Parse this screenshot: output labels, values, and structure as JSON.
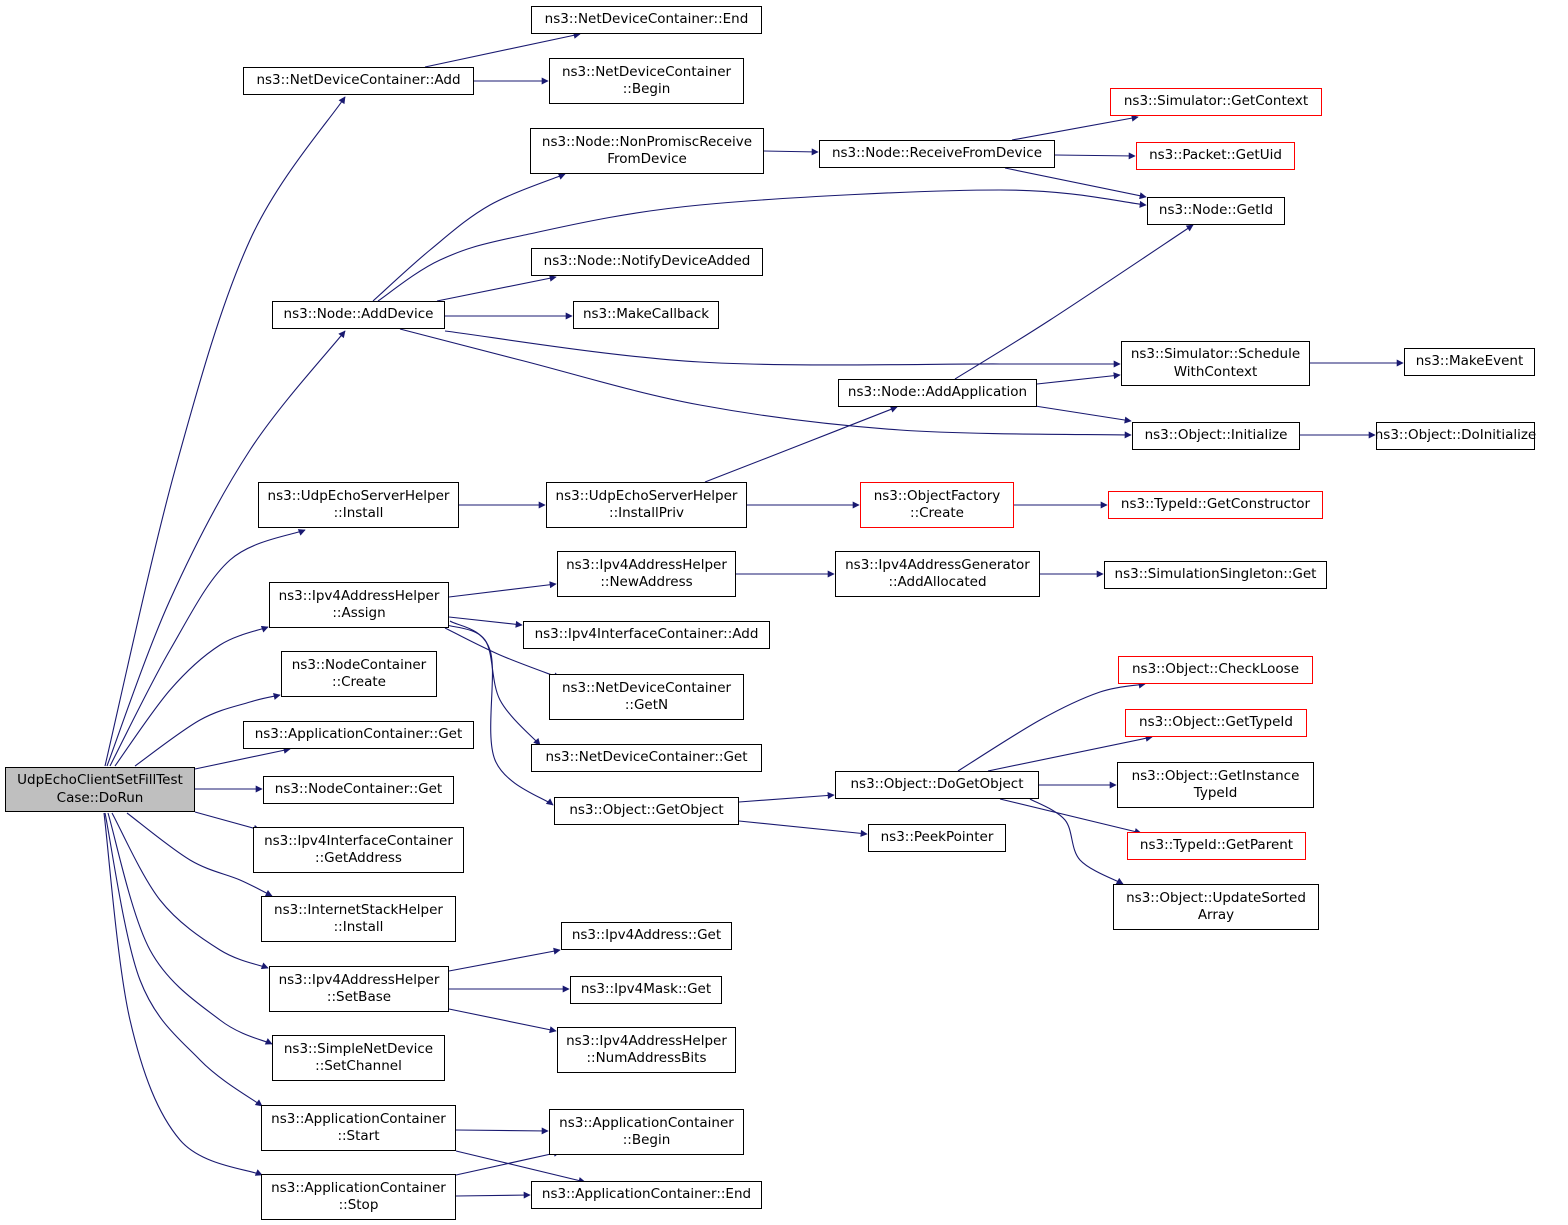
{
  "colors": {
    "edge": "#191970",
    "border": "#000000",
    "external_border": "#ff0000",
    "root_fill": "#bfbfbf",
    "background": "#ffffff"
  },
  "nodes": [
    {
      "id": "root",
      "lines": [
        "UdpEchoClientSetFillTest",
        "Case::DoRun"
      ],
      "style": "root"
    },
    {
      "id": "ndc_add",
      "lines": [
        "ns3::NetDeviceContainer::Add"
      ]
    },
    {
      "id": "ndc_end",
      "lines": [
        "ns3::NetDeviceContainer::End"
      ]
    },
    {
      "id": "ndc_begin",
      "lines": [
        "ns3::NetDeviceContainer",
        "::Begin"
      ]
    },
    {
      "id": "node_npr",
      "lines": [
        "ns3::Node::NonPromiscReceive",
        "FromDevice"
      ]
    },
    {
      "id": "node_rfd",
      "lines": [
        "ns3::Node::ReceiveFromDevice"
      ]
    },
    {
      "id": "sim_getctx",
      "lines": [
        "ns3::Simulator::GetContext"
      ],
      "style": "red"
    },
    {
      "id": "pkt_uid",
      "lines": [
        "ns3::Packet::GetUid"
      ],
      "style": "red"
    },
    {
      "id": "node_getid",
      "lines": [
        "ns3::Node::GetId"
      ]
    },
    {
      "id": "node_nda",
      "lines": [
        "ns3::Node::NotifyDeviceAdded"
      ]
    },
    {
      "id": "node_adddev",
      "lines": [
        "ns3::Node::AddDevice"
      ]
    },
    {
      "id": "makecb",
      "lines": [
        "ns3::MakeCallback"
      ]
    },
    {
      "id": "sim_swc",
      "lines": [
        "ns3::Simulator::Schedule",
        "WithContext"
      ]
    },
    {
      "id": "makeevent",
      "lines": [
        "ns3::MakeEvent"
      ]
    },
    {
      "id": "node_addapp",
      "lines": [
        "ns3::Node::AddApplication"
      ]
    },
    {
      "id": "obj_init",
      "lines": [
        "ns3::Object::Initialize"
      ]
    },
    {
      "id": "obj_doinit",
      "lines": [
        "ns3::Object::DoInitialize"
      ]
    },
    {
      "id": "uesh_install",
      "lines": [
        "ns3::UdpEchoServerHelper",
        "::Install"
      ]
    },
    {
      "id": "uesh_ip",
      "lines": [
        "ns3::UdpEchoServerHelper",
        "::InstallPriv"
      ]
    },
    {
      "id": "of_create",
      "lines": [
        "ns3::ObjectFactory",
        "::Create"
      ],
      "style": "red"
    },
    {
      "id": "tid_ctor",
      "lines": [
        "ns3::TypeId::GetConstructor"
      ],
      "style": "red"
    },
    {
      "id": "ipv4ah_assign",
      "lines": [
        "ns3::Ipv4AddressHelper",
        "::Assign"
      ]
    },
    {
      "id": "ipv4ah_new",
      "lines": [
        "ns3::Ipv4AddressHelper",
        "::NewAddress"
      ]
    },
    {
      "id": "ipv4ag_aa",
      "lines": [
        "ns3::Ipv4AddressGenerator",
        "::AddAllocated"
      ]
    },
    {
      "id": "simsingleton",
      "lines": [
        "ns3::SimulationSingleton::Get"
      ]
    },
    {
      "id": "ipv4ic_add",
      "lines": [
        "ns3::Ipv4InterfaceContainer::Add"
      ]
    },
    {
      "id": "nc_create",
      "lines": [
        "ns3::NodeContainer",
        "::Create"
      ]
    },
    {
      "id": "ndc_getn",
      "lines": [
        "ns3::NetDeviceContainer",
        "::GetN"
      ]
    },
    {
      "id": "obj_checkloose",
      "lines": [
        "ns3::Object::CheckLoose"
      ],
      "style": "red"
    },
    {
      "id": "obj_gettid",
      "lines": [
        "ns3::Object::GetTypeId"
      ],
      "style": "red"
    },
    {
      "id": "ac_get",
      "lines": [
        "ns3::ApplicationContainer::Get"
      ]
    },
    {
      "id": "ndc_get",
      "lines": [
        "ns3::NetDeviceContainer::Get"
      ]
    },
    {
      "id": "obj_dgo",
      "lines": [
        "ns3::Object::DoGetObject"
      ]
    },
    {
      "id": "obj_git",
      "lines": [
        "ns3::Object::GetInstance",
        "TypeId"
      ]
    },
    {
      "id": "nc_get",
      "lines": [
        "ns3::NodeContainer::Get"
      ]
    },
    {
      "id": "obj_getobj",
      "lines": [
        "ns3::Object::GetObject"
      ]
    },
    {
      "id": "peekptr",
      "lines": [
        "ns3::PeekPointer"
      ]
    },
    {
      "id": "tid_parent",
      "lines": [
        "ns3::TypeId::GetParent"
      ],
      "style": "red"
    },
    {
      "id": "ipv4ic_getaddr",
      "lines": [
        "ns3::Ipv4InterfaceContainer",
        "::GetAddress"
      ]
    },
    {
      "id": "ish_install",
      "lines": [
        "ns3::InternetStackHelper",
        "::Install"
      ]
    },
    {
      "id": "obj_usa",
      "lines": [
        "ns3::Object::UpdateSorted",
        "Array"
      ]
    },
    {
      "id": "ipv4a_get",
      "lines": [
        "ns3::Ipv4Address::Get"
      ]
    },
    {
      "id": "ipv4ah_setbase",
      "lines": [
        "ns3::Ipv4AddressHelper",
        "::SetBase"
      ]
    },
    {
      "id": "ipv4m_get",
      "lines": [
        "ns3::Ipv4Mask::Get"
      ]
    },
    {
      "id": "snd_setchan",
      "lines": [
        "ns3::SimpleNetDevice",
        "::SetChannel"
      ]
    },
    {
      "id": "ipv4ah_nab",
      "lines": [
        "ns3::Ipv4AddressHelper",
        "::NumAddressBits"
      ]
    },
    {
      "id": "ac_start",
      "lines": [
        "ns3::ApplicationContainer",
        "::Start"
      ]
    },
    {
      "id": "ac_begin",
      "lines": [
        "ns3::ApplicationContainer",
        "::Begin"
      ]
    },
    {
      "id": "ac_stop",
      "lines": [
        "ns3::ApplicationContainer",
        "::Stop"
      ]
    },
    {
      "id": "ac_end",
      "lines": [
        "ns3::ApplicationContainer::End"
      ]
    }
  ],
  "edges": [
    [
      "root",
      "ndc_add"
    ],
    [
      "root",
      "node_adddev"
    ],
    [
      "root",
      "uesh_install"
    ],
    [
      "root",
      "ipv4ah_assign"
    ],
    [
      "root",
      "nc_create"
    ],
    [
      "root",
      "ac_get"
    ],
    [
      "root",
      "nc_get"
    ],
    [
      "root",
      "ipv4ic_getaddr"
    ],
    [
      "root",
      "ish_install"
    ],
    [
      "root",
      "ipv4ah_setbase"
    ],
    [
      "root",
      "snd_setchan"
    ],
    [
      "root",
      "ac_start"
    ],
    [
      "root",
      "ac_stop"
    ],
    [
      "ndc_add",
      "ndc_end"
    ],
    [
      "ndc_add",
      "ndc_begin"
    ],
    [
      "node_adddev",
      "node_npr"
    ],
    [
      "node_adddev",
      "node_getid"
    ],
    [
      "node_adddev",
      "node_nda"
    ],
    [
      "node_adddev",
      "makecb"
    ],
    [
      "node_adddev",
      "sim_swc"
    ],
    [
      "node_adddev",
      "obj_init"
    ],
    [
      "node_npr",
      "node_rfd"
    ],
    [
      "node_rfd",
      "sim_getctx"
    ],
    [
      "node_rfd",
      "pkt_uid"
    ],
    [
      "node_rfd",
      "node_getid"
    ],
    [
      "sim_swc",
      "makeevent"
    ],
    [
      "node_addapp",
      "node_getid"
    ],
    [
      "node_addapp",
      "sim_swc"
    ],
    [
      "node_addapp",
      "obj_init"
    ],
    [
      "obj_init",
      "obj_doinit"
    ],
    [
      "uesh_install",
      "uesh_ip"
    ],
    [
      "uesh_ip",
      "node_addapp"
    ],
    [
      "uesh_ip",
      "of_create"
    ],
    [
      "of_create",
      "tid_ctor"
    ],
    [
      "ipv4ah_assign",
      "ipv4ah_new"
    ],
    [
      "ipv4ah_assign",
      "ipv4ic_add"
    ],
    [
      "ipv4ah_assign",
      "ndc_getn"
    ],
    [
      "ipv4ah_assign",
      "ndc_get"
    ],
    [
      "ipv4ah_assign",
      "obj_getobj"
    ],
    [
      "ipv4ah_new",
      "ipv4ag_aa"
    ],
    [
      "ipv4ag_aa",
      "simsingleton"
    ],
    [
      "obj_getobj",
      "obj_dgo"
    ],
    [
      "obj_getobj",
      "peekptr"
    ],
    [
      "obj_dgo",
      "obj_checkloose"
    ],
    [
      "obj_dgo",
      "obj_gettid"
    ],
    [
      "obj_dgo",
      "obj_git"
    ],
    [
      "obj_dgo",
      "tid_parent"
    ],
    [
      "obj_dgo",
      "obj_usa"
    ],
    [
      "ipv4ah_setbase",
      "ipv4a_get"
    ],
    [
      "ipv4ah_setbase",
      "ipv4m_get"
    ],
    [
      "ipv4ah_setbase",
      "ipv4ah_nab"
    ],
    [
      "ac_start",
      "ac_begin"
    ],
    [
      "ac_start",
      "ac_end"
    ],
    [
      "ac_stop",
      "ac_begin"
    ],
    [
      "ac_stop",
      "ac_end"
    ]
  ]
}
